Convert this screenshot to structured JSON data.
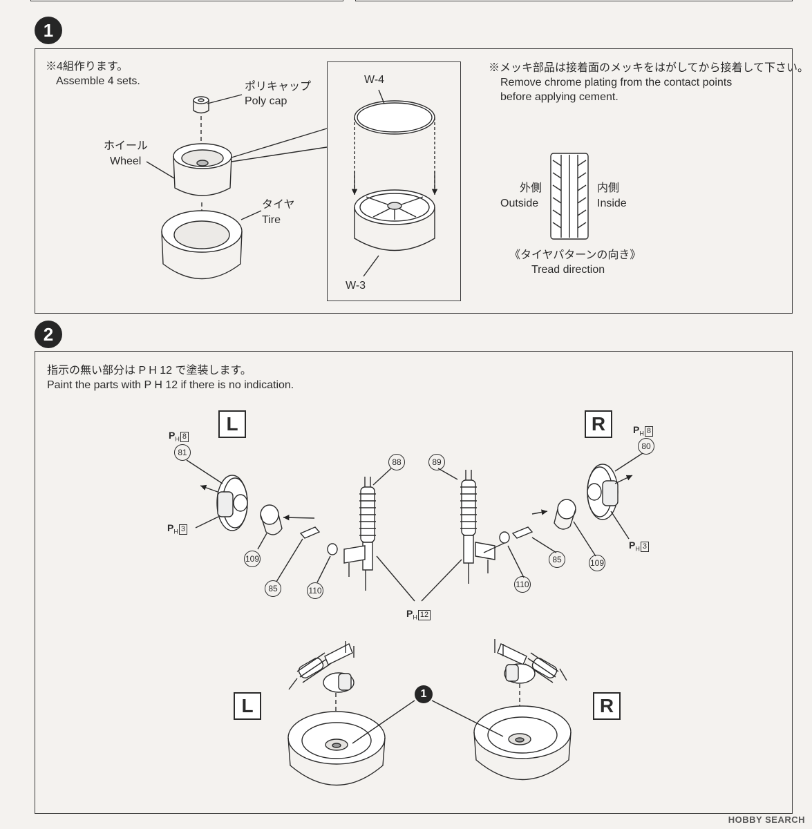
{
  "step1": {
    "number": "1",
    "note_jp": "※4組作ります。",
    "note_en": "Assemble 4 sets.",
    "polycap_jp": "ポリキャップ",
    "polycap_en": "Poly cap",
    "wheel_jp": "ホイール",
    "wheel_en": "Wheel",
    "tire_jp": "タイヤ",
    "tire_en": "Tire",
    "part_w4": "W-4",
    "part_w3": "W-3",
    "chrome_jp": "※メッキ部品は接着面のメッキをはがしてから接着して下さい。",
    "chrome_en_1": "Remove chrome plating from the contact points",
    "chrome_en_2": "before applying cement.",
    "outside_jp": "外側",
    "outside_en": "Outside",
    "inside_jp": "内側",
    "inside_en": "Inside",
    "tread_jp": "《タイヤパターンの向き》",
    "tread_en": "Tread direction"
  },
  "step2": {
    "number": "2",
    "note_jp": "指示の無い部分は P H 12 で塗装します。",
    "note_en": "Paint the parts with P H 12 if there is no indication.",
    "side_left": "L",
    "side_right": "R",
    "paint_prefix": "P",
    "paint_sub": "H",
    "paint_8": "8",
    "paint_3": "3",
    "paint_12": "12",
    "parts": {
      "p81": "81",
      "p80": "80",
      "p88": "88",
      "p89": "89",
      "p109": "109",
      "p85": "85",
      "p110": "110"
    },
    "step_ref": "1"
  },
  "watermark": "HOBBY SEARCH"
}
